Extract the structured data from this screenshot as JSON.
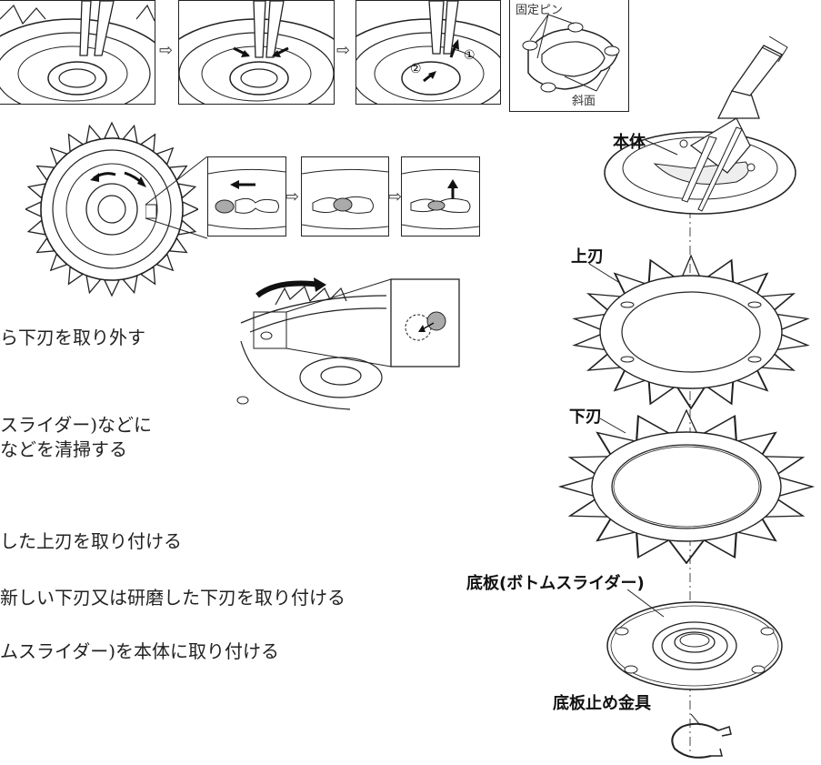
{
  "steps": {
    "step1_text": "ら下刃を取り外す",
    "step2_line1": "スライダー)などに",
    "step2_line2": "などを清掃する",
    "step3_text": "した上刃を取り付ける",
    "step4_text": "新しい下刃又は研磨した下刃を取り付ける",
    "step5_text": "ムスライダー)を本体に取り付ける"
  },
  "callout": {
    "pin_label": "固定ピン",
    "slope_label": "斜面"
  },
  "markers": {
    "one": "①",
    "two": "②"
  },
  "parts": {
    "body": "本体",
    "upper_blade": "上刃",
    "lower_blade": "下刃",
    "bottom_plate": "底板(ボトムスライダー)",
    "retainer": "底板止め金具"
  },
  "flow_arrow": "⇨"
}
